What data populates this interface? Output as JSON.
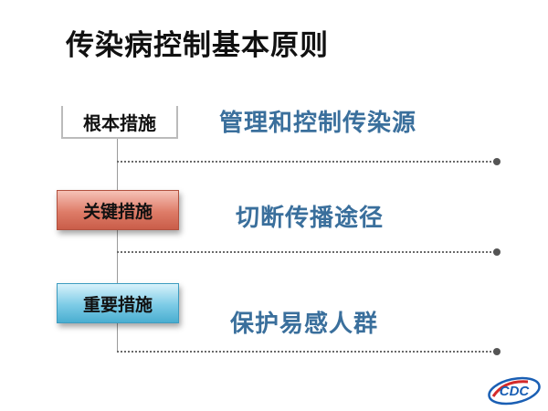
{
  "slide": {
    "title": "传染病控制基本原则"
  },
  "rows": [
    {
      "tag": "根本措施",
      "text": "管理和控制传染源"
    },
    {
      "tag": "关键措施",
      "text": "切断传播途径"
    },
    {
      "tag": "重要措施",
      "text": "保护易感人群"
    }
  ],
  "logo": {
    "text": "CDC",
    "colors": {
      "red": "#d42a2a",
      "blue": "#1a5fb4"
    }
  },
  "colors": {
    "item_text": "#3a6f9c",
    "red_tag": "#de7c68",
    "blue_tag": "#7ccbe6"
  }
}
